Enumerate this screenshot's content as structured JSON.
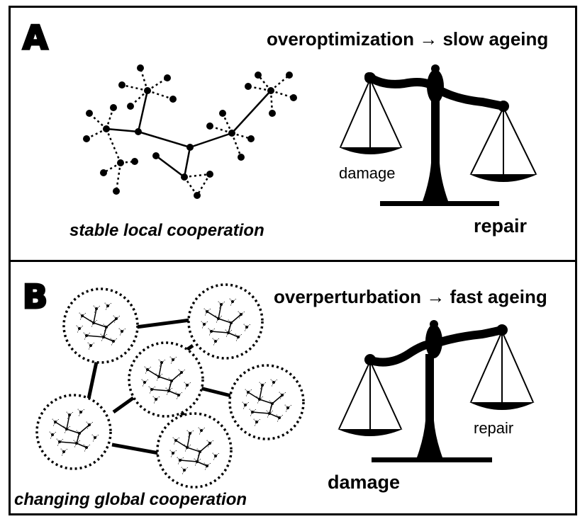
{
  "panel_a": {
    "letter": "A",
    "title": "overoptimization → slow ageing",
    "caption": "stable local cooperation",
    "scale_left_label": "damage",
    "scale_right_label": "repair"
  },
  "panel_b": {
    "letter": "B",
    "title": "overperturbation → fast ageing",
    "caption": "changing global cooperation",
    "scale_left_label": "damage",
    "scale_right_label": "repair"
  }
}
